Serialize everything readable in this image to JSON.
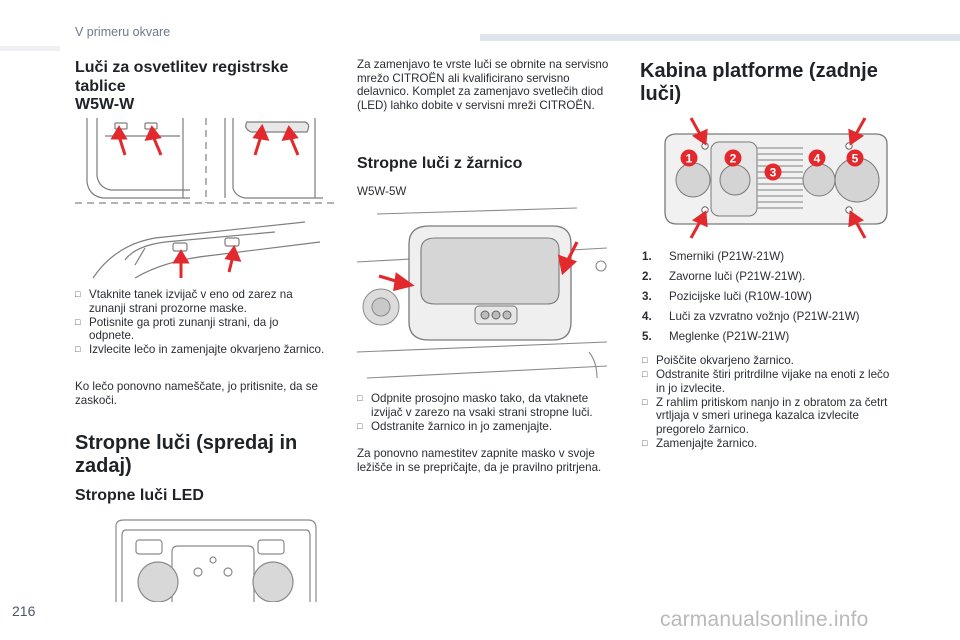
{
  "header": {
    "section_title": "V primeru okvare"
  },
  "page_number": "216",
  "watermark": "carmanualsonline.info",
  "col1": {
    "heading": "Luči za osvetlitev registrske tablice",
    "bulb": "W5W-W",
    "steps": [
      "Vtaknite tanek izvijač v eno od zarez na zunanji strani prozorne maske.",
      "Potisnite ga proti zunanji strani, da jo odpnete.",
      "Izvlecite lečo in zamenjajte okvarjeno žarnico."
    ],
    "note": "Ko lečo ponovno nameščate, jo pritisnite, da se zaskoči.",
    "ceiling_heading": "Stropne luči (spredaj in zadaj)",
    "led_heading": "Stropne luči LED"
  },
  "col2": {
    "intro": "Za zamenjavo te vrste luči se obrnite na servisno mrežo CITROËN ali kvalificirano servisno delavnico. Komplet za zamenjavo svetlečih diod (LED) lahko dobite v servisni mreži CITROËN.",
    "heading": "Stropne luči z žarnico",
    "bulb": "W5W-5W",
    "steps": [
      "Odpnite prosojno masko tako, da vtaknete izvijač v zarezo na vsaki strani stropne luči.",
      "Odstranite žarnico in jo zamenjajte."
    ],
    "note": "Za ponovno namestitev zapnite masko v svoje ležišče in se prepričajte, da je pravilno pritrjena."
  },
  "col3": {
    "heading": "Kabina platforme (zadnje luči)",
    "labels": [
      "1",
      "2",
      "3",
      "4",
      "5"
    ],
    "items": [
      {
        "num": "1.",
        "text": "Smerniki (P21W-21W)"
      },
      {
        "num": "2.",
        "text": "Zavorne luči (P21W-21W)."
      },
      {
        "num": "3.",
        "text": "Pozicijske luči (R10W-10W)"
      },
      {
        "num": "4.",
        "text": "Luči za vzvratno vožnjo (P21W-21W)"
      },
      {
        "num": "5.",
        "text": "Meglenke (P21W-21W)"
      }
    ],
    "steps": [
      "Poiščite okvarjeno žarnico.",
      "Odstranite štiri pritrdilne vijake na enoti z lečo in jo izvlecite.",
      "Z rahlim pritiskom nanjo in z obratom za četrt vrtljaja v smeri urinega kazalca izvlecite pregorelo žarnico.",
      "Zamenjajte žarnico."
    ]
  },
  "colors": {
    "accent": "#e22a2e",
    "heading": "#1f2227",
    "header_text": "#6c7a8c",
    "line_art": "#7d7d7d"
  }
}
